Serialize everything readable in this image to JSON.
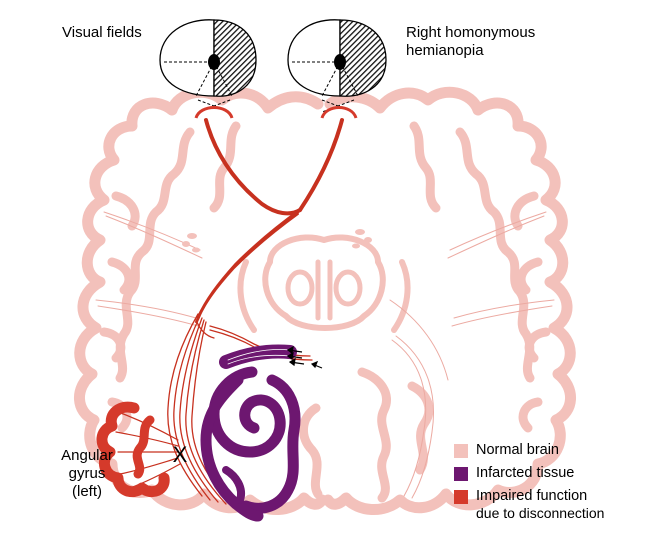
{
  "labels": {
    "visual_fields": "Visual fields",
    "right_hemianopia_line1": "Right homonymous",
    "right_hemianopia_line2": "hemianopia",
    "angular_line1": "Angular",
    "angular_line2": "gyrus",
    "angular_line3": "(left)",
    "lesion_mark": "X"
  },
  "legend": [
    {
      "label": "Normal brain",
      "sublabel": "",
      "color": "#f3c1bb"
    },
    {
      "label": "Infarcted tissue",
      "sublabel": "",
      "color": "#6d1770"
    },
    {
      "label": "Impaired function",
      "sublabel": "due to disconnection",
      "color": "#d53a2b"
    }
  ],
  "colors": {
    "normal_brain": "#f3c1bb",
    "infarct": "#6d1770",
    "impaired": "#d53a2b",
    "tract_dark": "#b3261e"
  }
}
